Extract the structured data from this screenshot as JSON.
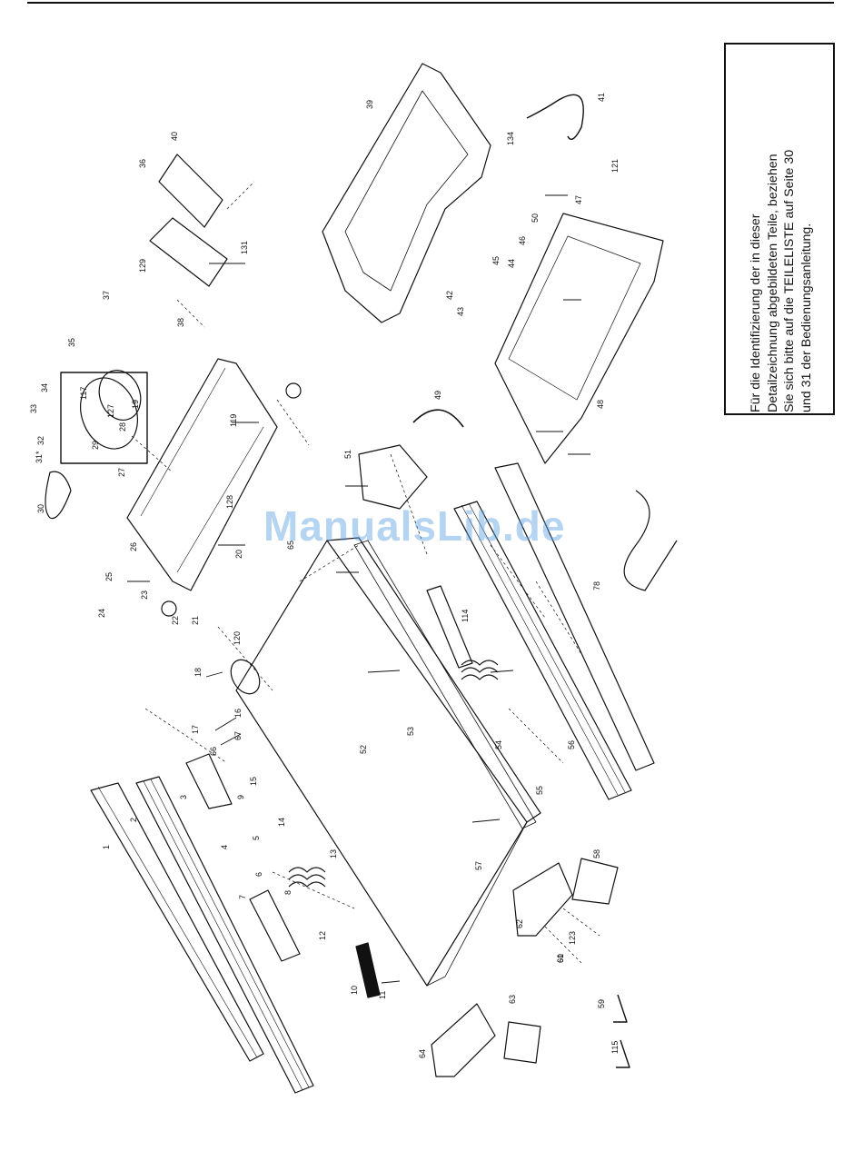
{
  "note": {
    "lines": [
      "Für die Identifizierung der in dieser",
      "Detailzeichnung abgebildeten Teile, beziehen",
      "Sie sich bitte auf die TEILELISTE auf Seite 30",
      "und 31 der Bedienungsanleitung."
    ]
  },
  "watermark": "ManualsLib.de",
  "part_labels": [
    "1",
    "2",
    "3",
    "4",
    "5",
    "6",
    "7",
    "8",
    "9",
    "10",
    "11",
    "12",
    "13",
    "14",
    "15",
    "16",
    "17",
    "18",
    "19",
    "20",
    "21",
    "22",
    "23",
    "24",
    "25",
    "26",
    "27",
    "28",
    "29",
    "30",
    "31*",
    "32",
    "33",
    "34",
    "35",
    "36",
    "37",
    "38",
    "39",
    "40",
    "41",
    "42",
    "43",
    "44",
    "45",
    "46",
    "47",
    "48",
    "49",
    "50",
    "51",
    "52",
    "53",
    "54",
    "55",
    "56",
    "57",
    "58",
    "59",
    "60",
    "61",
    "62",
    "63",
    "64",
    "65",
    "66",
    "67",
    "78",
    "114",
    "115",
    "117",
    "119",
    "120",
    "121",
    "123",
    "127",
    "128",
    "129",
    "131",
    "134"
  ]
}
